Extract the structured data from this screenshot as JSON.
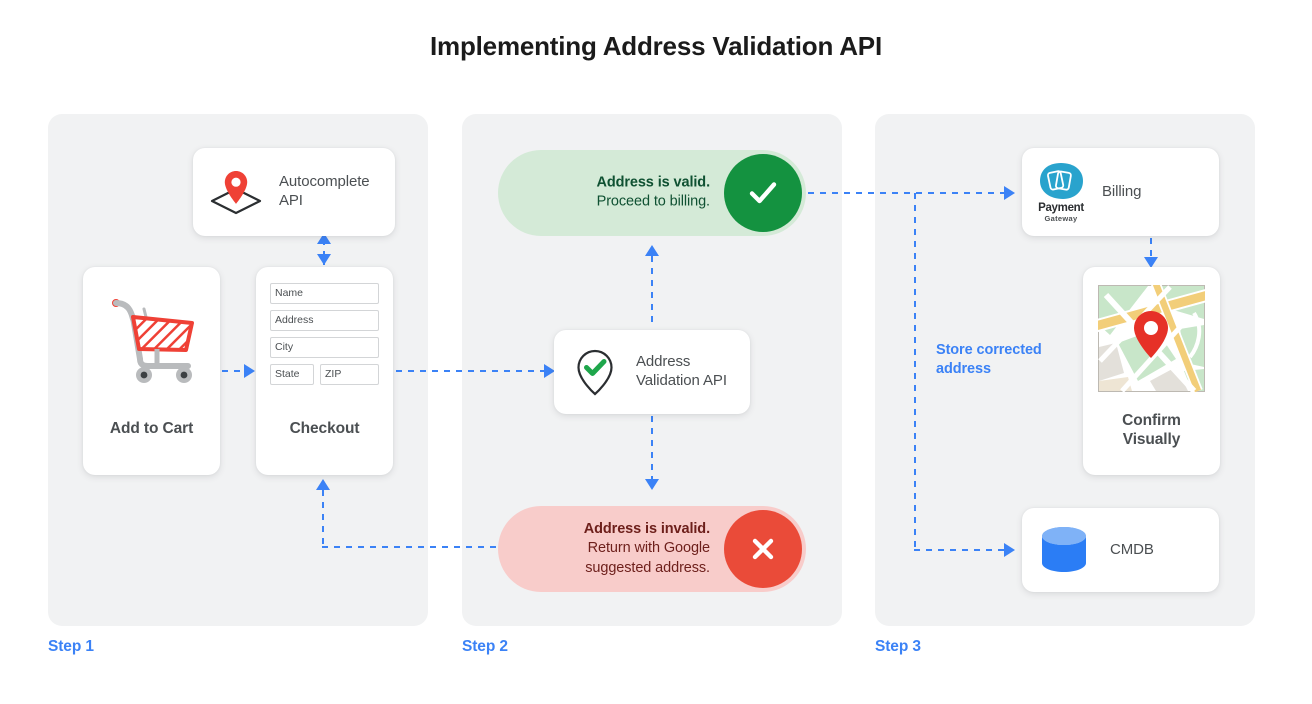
{
  "title": "Implementing Address Validation API",
  "theme": {
    "panel_bg": "#f1f2f3",
    "accent_blue": "#3b82f6",
    "valid_pill_bg": "#d4ead7",
    "valid_circle": "#149240",
    "valid_text": "#0f5132",
    "invalid_pill_bg": "#f8ccca",
    "invalid_circle": "#ea4b39",
    "invalid_text": "#6d1f1b",
    "card_bg": "#ffffff",
    "label_text": "#4b4f52"
  },
  "steps": [
    {
      "label": "Step 1"
    },
    {
      "label": "Step 2"
    },
    {
      "label": "Step 3"
    }
  ],
  "step1": {
    "autocomplete": {
      "label": "Autocomplete\nAPI",
      "icon": "map-pin-diamond-icon"
    },
    "add_to_cart": {
      "label": "Add to Cart",
      "icon": "shopping-cart-icon"
    },
    "checkout": {
      "label": "Checkout",
      "fields": [
        "Name",
        "Address",
        "City"
      ],
      "field_state": "State",
      "field_zip": "ZIP"
    }
  },
  "step2": {
    "valid": {
      "headline": "Address is valid.",
      "detail": "Proceed to billing.",
      "icon": "check-icon"
    },
    "validation_api": {
      "label": "Address\nValidation API",
      "icon": "map-pin-check-icon"
    },
    "invalid": {
      "headline": "Address is invalid.",
      "detail_line1": "Return with Google",
      "detail_line2": "suggested address.",
      "icon": "close-icon"
    }
  },
  "step3": {
    "billing": {
      "label": "Billing",
      "logo_top": "Payment",
      "logo_bottom": "Gateway",
      "icon": "payment-gateway-icon"
    },
    "confirm": {
      "label": "Confirm\nVisually",
      "icon": "map-thumbnail-icon"
    },
    "cmdb": {
      "label": "CMDB",
      "icon": "database-icon"
    },
    "store_note": "Store corrected address"
  }
}
